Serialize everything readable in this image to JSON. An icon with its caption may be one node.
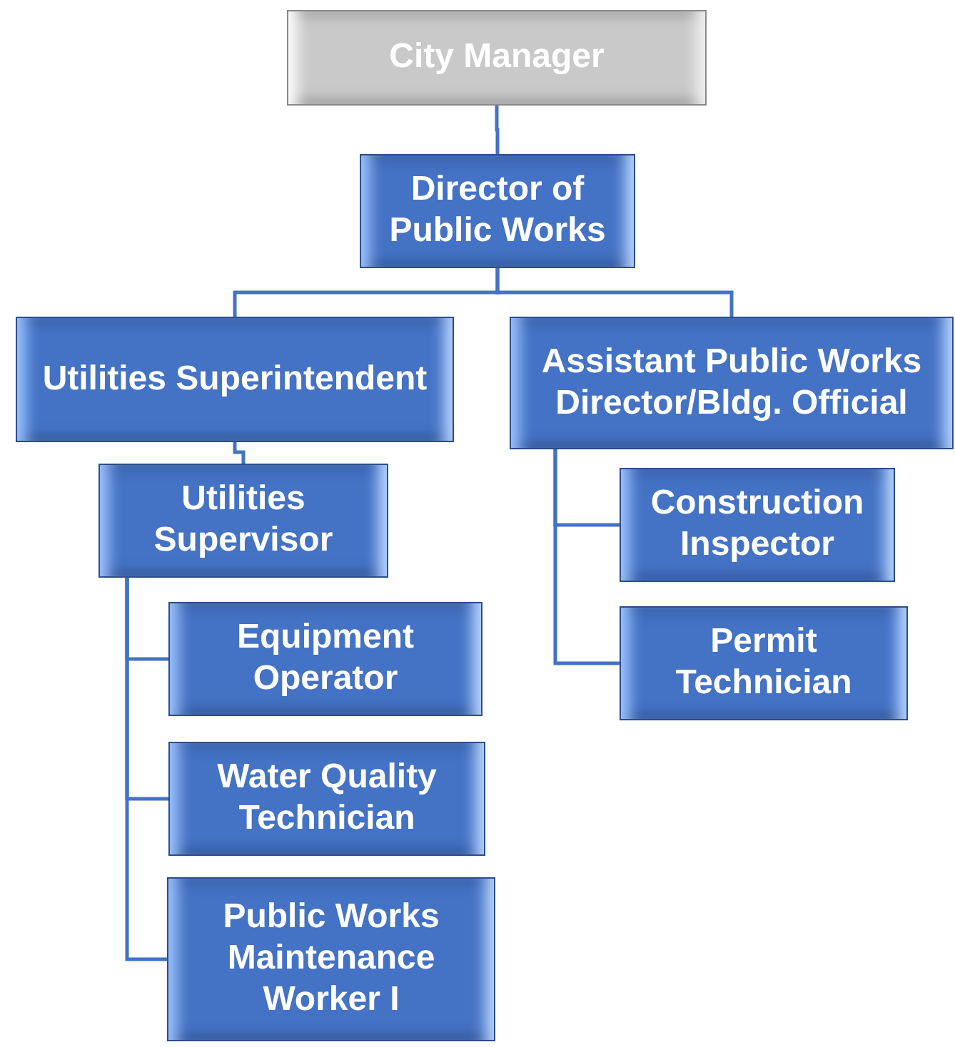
{
  "diagram": {
    "nodes": [
      {
        "text": [
          "City Manager"
        ]
      },
      {
        "text": [
          "Director of Public Works"
        ]
      },
      {
        "text": [
          "Utilities Superintendent"
        ]
      },
      {
        "text": [
          "Assistant Public Works Director/Bldg. Official"
        ]
      },
      {
        "text": [
          "Utilities Supervisor"
        ]
      },
      {
        "text": [
          "Construction Inspector"
        ]
      },
      {
        "text": [
          "Permit Technician"
        ]
      },
      {
        "text": [
          "Equipment Operator"
        ]
      },
      {
        "text": [
          "Water Quality Technician"
        ]
      },
      {
        "text": [
          "Public Works Maintenance Worker I"
        ]
      }
    ],
    "edges": [
      {
        "from": 0,
        "to": 1,
        "arrow": "none"
      },
      {
        "from": 1,
        "to": 2,
        "arrow": "none"
      },
      {
        "from": 1,
        "to": 3,
        "arrow": "none"
      },
      {
        "from": 2,
        "to": 4,
        "arrow": "none"
      },
      {
        "from": 3,
        "to": 5,
        "arrow": "none"
      },
      {
        "from": 3,
        "to": 6,
        "arrow": "none"
      },
      {
        "from": 4,
        "to": 7,
        "arrow": "none"
      },
      {
        "from": 4,
        "to": 8,
        "arrow": "none"
      },
      {
        "from": 4,
        "to": 9,
        "arrow": "none"
      }
    ]
  }
}
